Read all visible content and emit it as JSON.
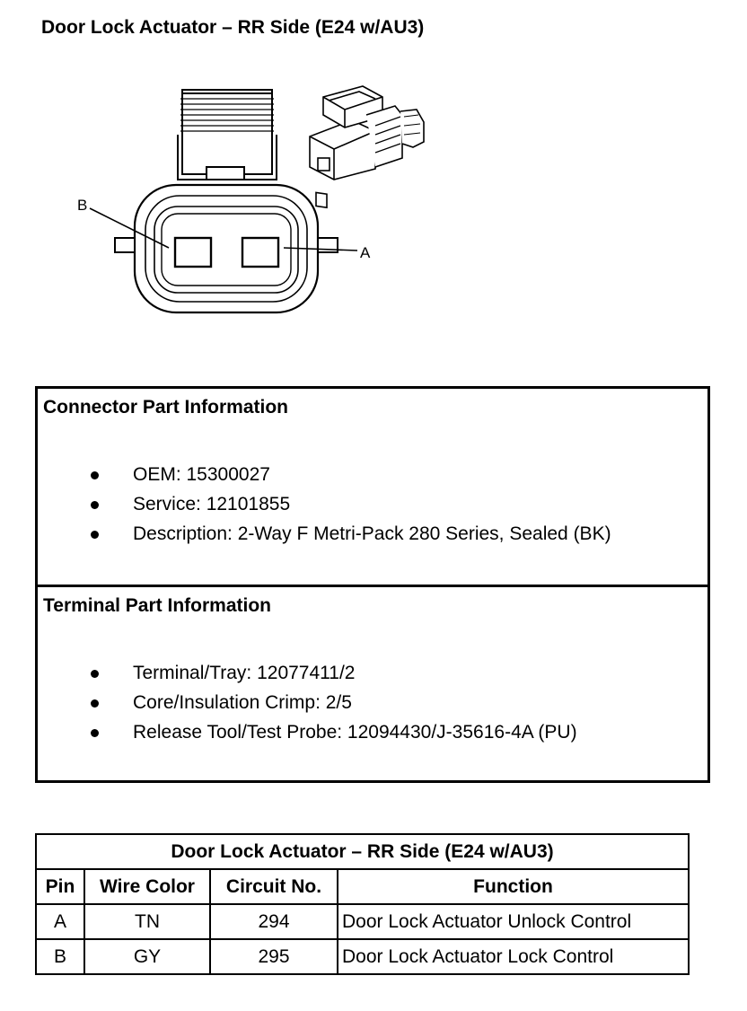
{
  "page": {
    "title": "Door Lock Actuator – RR Side (E24 w/AU3)"
  },
  "diagram": {
    "pin_labels": [
      "B",
      "A"
    ]
  },
  "connector_info": {
    "heading": "Connector Part Information",
    "items": [
      "OEM: 15300027",
      "Service: 12101855",
      "Description: 2-Way F Metri-Pack 280 Series, Sealed (BK)"
    ]
  },
  "terminal_info": {
    "heading": "Terminal Part Information",
    "items": [
      "Terminal/Tray: 12077411/2",
      "Core/Insulation Crimp: 2/5",
      "Release Tool/Test Probe: 12094430/J-35616-4A (PU)"
    ]
  },
  "pin_table": {
    "title": "Door Lock Actuator – RR Side (E24 w/AU3)",
    "headers": [
      "Pin",
      "Wire Color",
      "Circuit No.",
      "Function"
    ],
    "rows": [
      [
        "A",
        "TN",
        "294",
        "Door Lock Actuator Unlock Control"
      ],
      [
        "B",
        "GY",
        "295",
        "Door Lock Actuator Lock Control"
      ]
    ]
  }
}
